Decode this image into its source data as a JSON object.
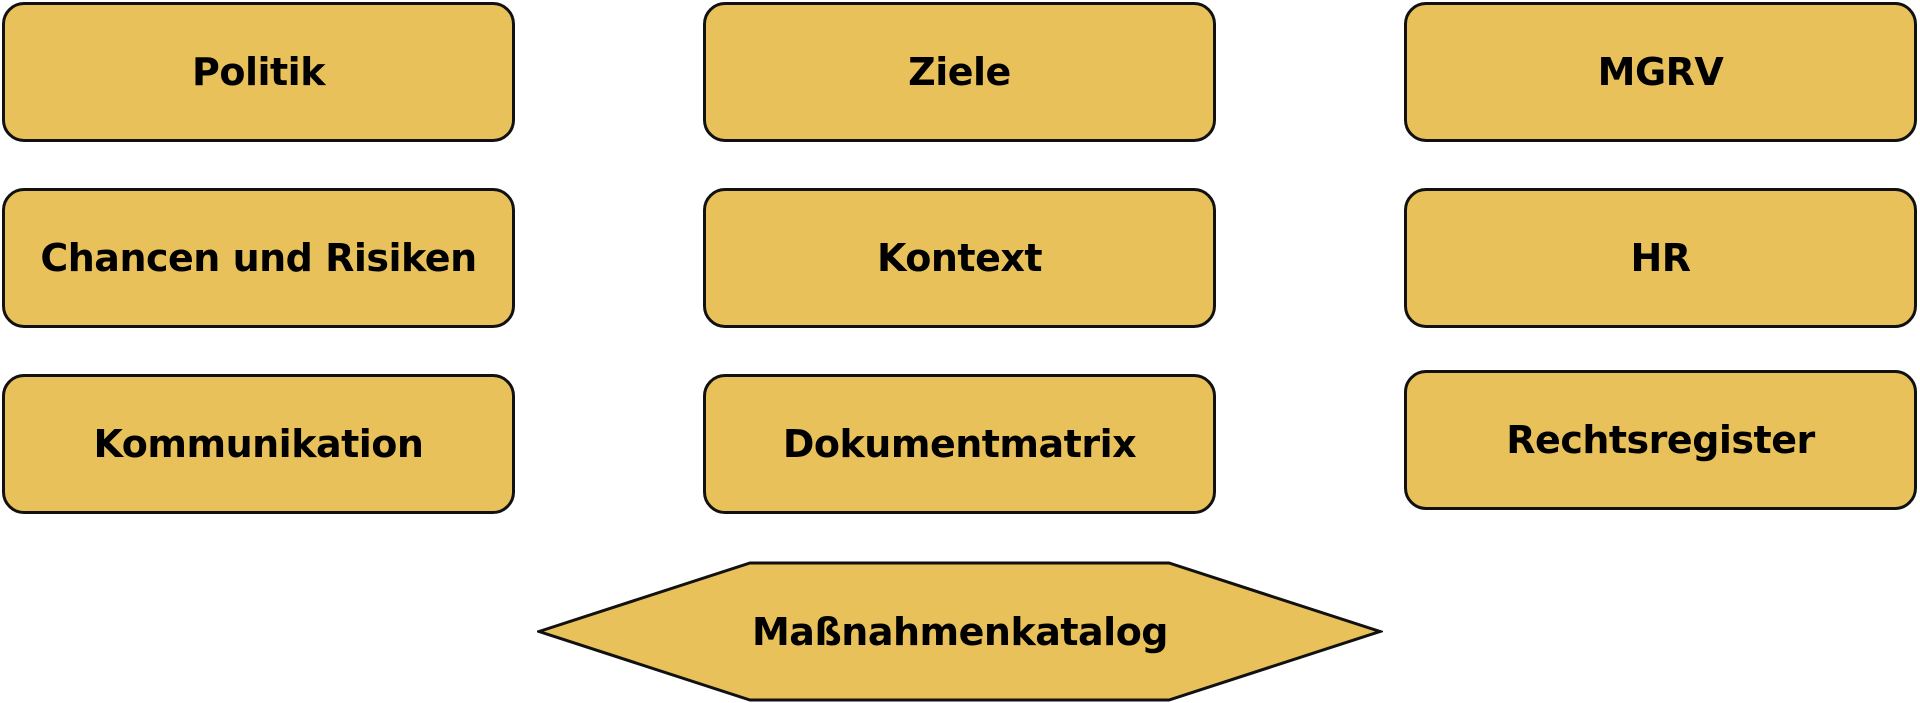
{
  "colors": {
    "tile_fill": "#e8c15a",
    "tile_border": "#111111",
    "text": "#000000"
  },
  "tiles": {
    "politik": "Politik",
    "ziele": "Ziele",
    "mgrv": "MGRV",
    "chancen_und_risiken": "Chancen und Risiken",
    "kontext": "Kontext",
    "hr": "HR",
    "kommunikation": "Kommunikation",
    "dokumentmatrix": "Dokumentmatrix",
    "rechtsregister": "Rechtsregister"
  },
  "hexagon": {
    "label": "Maßnahmenkatalog"
  }
}
